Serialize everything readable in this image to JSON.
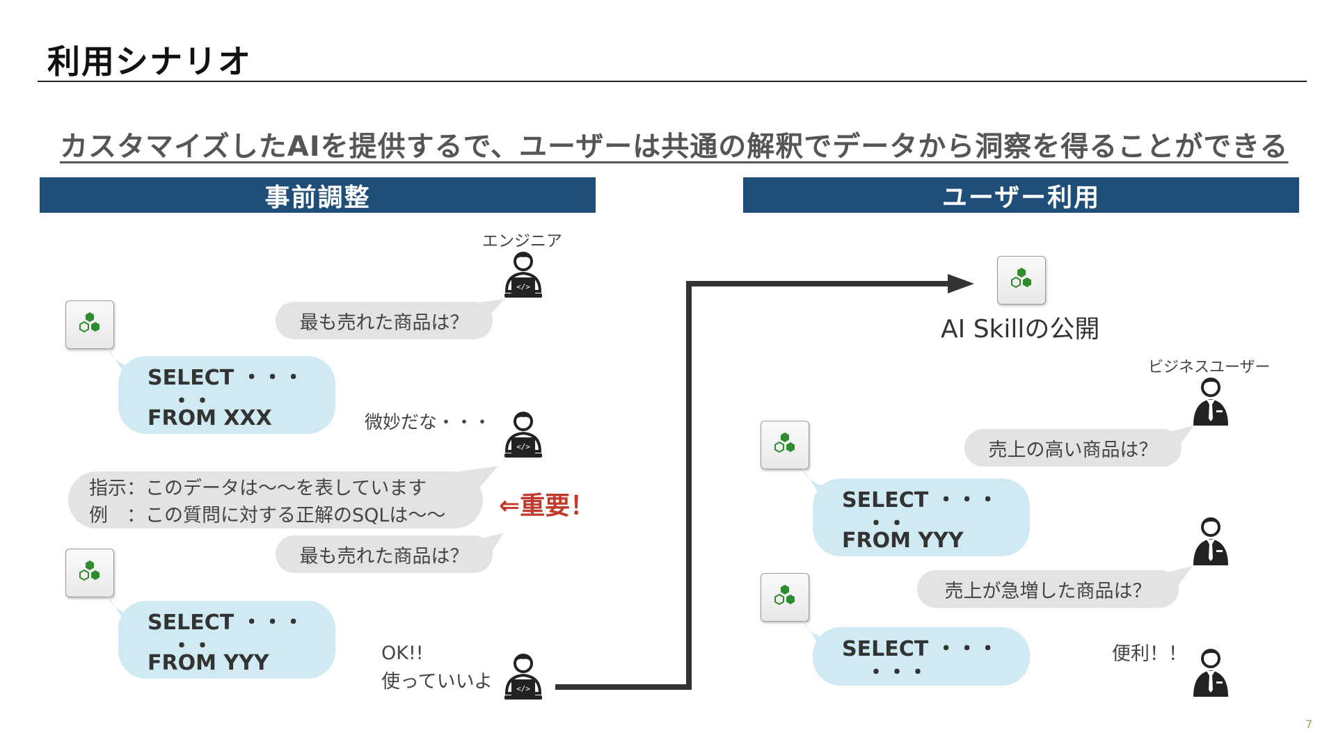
{
  "title": "利用シナリオ",
  "subtitle": "カスタマイズしたAIを提供するで、ユーザーは共通の解釈でデータから洞察を得ることができる",
  "left_section": {
    "header": "事前調整",
    "engineer_label": "エンジニア",
    "q1": "最も売れた商品は？",
    "sql1": {
      "line1": "SELECT ・・・",
      "line2": "・・",
      "line3": "FROM XXX"
    },
    "comment": "微妙だな・・・",
    "instruction": {
      "line1": "指示：このデータは～～を表しています",
      "line2": "例　：この質問に対する正解のSQLは～～"
    },
    "important": "⇐重要！",
    "q2": "最も売れた商品は？",
    "sql2": {
      "line1": "SELECT ・・・",
      "line2": "・・",
      "line3": "FROM YYY"
    },
    "ok": {
      "line1": "OK!!",
      "line2": "使っていいよ"
    }
  },
  "right_section": {
    "header": "ユーザー利用",
    "publish_label": "AI Skillの公開",
    "business_label": "ビジネスユーザー",
    "q1": "売上の高い商品は？",
    "sql1": {
      "line1": "SELECT ・・・",
      "line2": "・・",
      "line3": "FROM YYY"
    },
    "q2": "売上が急増した商品は？",
    "sql2": {
      "line1": "SELECT ・・・",
      "line2": "・・・"
    },
    "reaction": "便利！！"
  },
  "icons": [
    "ai-skill-icon",
    "engineer-icon",
    "business-user-icon",
    "arrow-icon"
  ],
  "colors": {
    "header_bg": "#1f4e79",
    "blue_bubble": "#cfeaf2",
    "gray_bubble": "#e3e3e3",
    "important": "#c0392b",
    "hex_green": "#2e8b2e"
  },
  "page_number": "7"
}
